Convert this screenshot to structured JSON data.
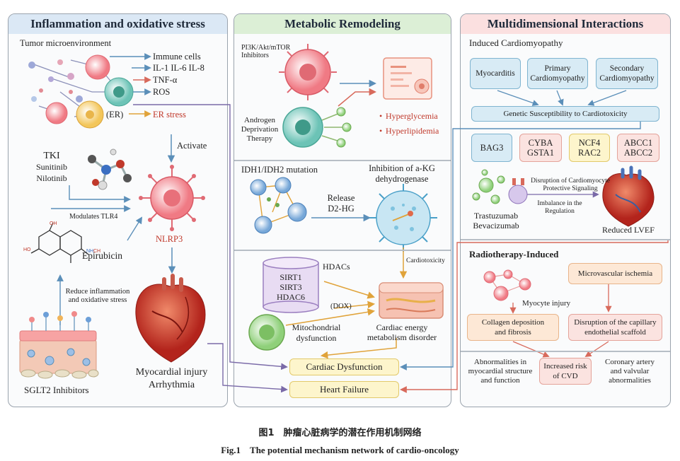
{
  "panel_left": {
    "title": "Inflammation and oxidative stress",
    "tumor_microenvironment": "Tumor microenvironment",
    "outputs": [
      "Immune cells",
      "IL-1  IL-6  IL-8",
      "TNF-α",
      "ROS"
    ],
    "er_label": "(ER)",
    "er_stress": "ER stress",
    "activate": "Activate",
    "drugs": [
      "TKI",
      "Sunitinib",
      "Nilotinib"
    ],
    "modulates": "Modulates TLR4",
    "nlrp3": "NLRP3",
    "epirubicin": "Epirubicin",
    "chem_labels": [
      "OH",
      "HO",
      "NH",
      "CH"
    ],
    "reduce": [
      "Reduce inflammation",
      "and oxidative stress"
    ],
    "sglt2": "SGLT2 Inhibitors",
    "injury": [
      "Myocardial injury",
      "Arrhythmia"
    ]
  },
  "panel_middle": {
    "title": "Metabolic Remodeling",
    "pi3k": [
      "PI3K/Akt/mTOR",
      "Inhibitors"
    ],
    "androgen": [
      "Androgen",
      "Deprivation",
      "Therapy"
    ],
    "hyperglycemia": "Hyperglycemia",
    "hyperlipidemia": "Hyperlipidemia",
    "idh": "IDH1/IDH2 mutation",
    "inhibition": [
      "Inhibition of a-KG",
      "dehydrogenase"
    ],
    "release": [
      "Release",
      "D2-HG"
    ],
    "cardiotoxicity": "Cardiotoxicity",
    "hdacs": "HDACs",
    "sirt": [
      "SIRT1",
      "SIRT3",
      "HDAC6"
    ],
    "dox": "(DOX)",
    "mito": [
      "Mitochondrial",
      "dysfunction"
    ],
    "energy": [
      "Cardiac energy",
      "metabolism disorder"
    ],
    "cardiac_dysfunction": "Cardiac Dysfunction",
    "heart_failure": "Heart Failure"
  },
  "panel_right": {
    "title": "Multidimensional Interactions",
    "induced": "Induced Cardiomyopathy",
    "myocarditis": "Myocarditis",
    "primary": [
      "Primary",
      "Cardiomyopathy"
    ],
    "secondary": [
      "Secondary",
      "Cardiomyopathy"
    ],
    "genetic": "Genetic Susceptibility to Cardiotoxicity",
    "genes": [
      [
        "BAG3"
      ],
      [
        "CYBA",
        "GSTA1"
      ],
      [
        "NCF4",
        "RAC2"
      ],
      [
        "ABCC1",
        "ABCC2"
      ]
    ],
    "disruption": [
      "Disruption of Cardiomyocyte",
      "Protective Signaling"
    ],
    "imbalance": [
      "Imbalance in the",
      "Regulation"
    ],
    "trastuzumab": [
      "Trastuzumab",
      "Bevacizumab"
    ],
    "lvef": "Reduced LVEF",
    "radiotherapy": "Radiotherapy-Induced",
    "microvascular": "Microvascular ischemia",
    "myocyte": "Myocyte injury",
    "collagen": [
      "Collagen deposition",
      "and fibrosis"
    ],
    "capillary": [
      "Disruption of the capillary",
      "endothelial scaffold"
    ],
    "abnormal": [
      "Abnormalities in",
      "myocardial structure",
      "and function"
    ],
    "risk": [
      "Increased risk",
      "of CVD"
    ],
    "coronary": [
      "Coronary artery",
      "and valvular",
      "abnormalities"
    ]
  },
  "caption": {
    "zh": "图1　肿瘤心脏病学的潜在作用机制网络",
    "en": "Fig.1　The potential mechanism network of cardio-oncology"
  },
  "colors": {
    "left_header": "#dbe8f5",
    "middle_header": "#dcefd6",
    "right_header": "#fbe0e0",
    "arrow_blue": "#5b8fb9",
    "arrow_orange": "#e0a33a",
    "arrow_red": "#d86a5c",
    "arrow_purple": "#7a6aa8"
  }
}
